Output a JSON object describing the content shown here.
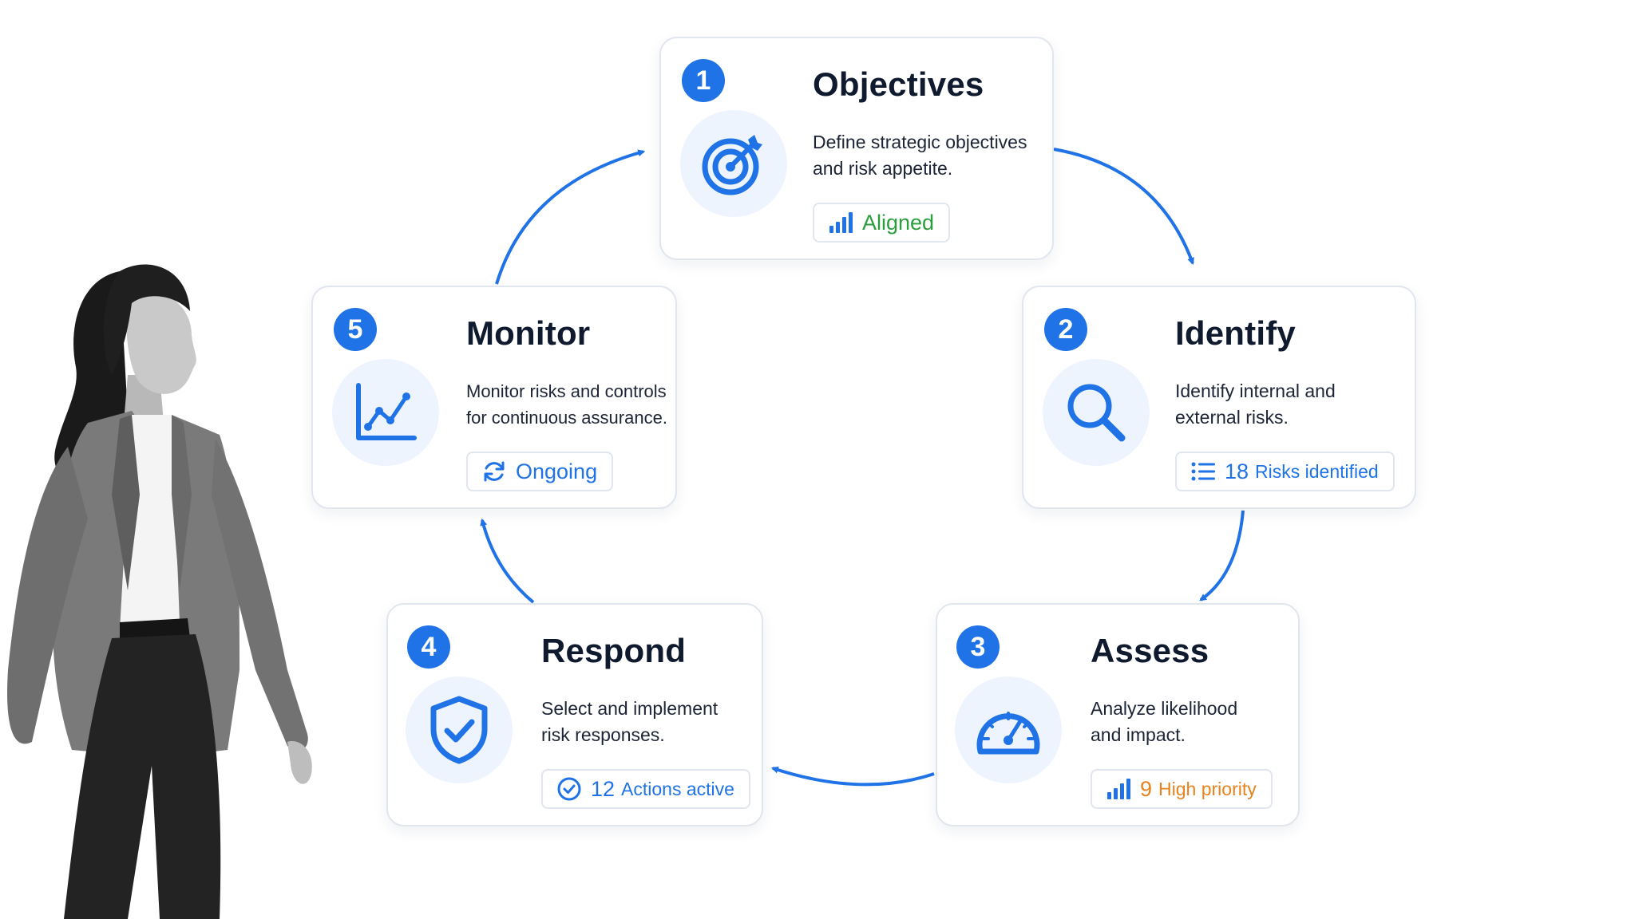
{
  "steps": [
    {
      "number": "1",
      "title": "Objectives",
      "desc_lines": [
        "Define strategic objectives",
        "and risk appetite."
      ],
      "badge_count": "",
      "badge_text": "Aligned",
      "icon": "target-icon",
      "badge_icon": "bar-chart-icon",
      "badge_color": "#2a9d3c"
    },
    {
      "number": "2",
      "title": "Identify",
      "desc_lines": [
        "Identify internal and",
        "external risks."
      ],
      "badge_count": "18",
      "badge_text": "Risks identified",
      "icon": "magnifier-icon",
      "badge_icon": "list-icon",
      "badge_color": "#1f73e6"
    },
    {
      "number": "3",
      "title": "Assess",
      "desc_lines": [
        "Analyze likelihood",
        "and impact."
      ],
      "badge_count": "9",
      "badge_text": "High priority",
      "icon": "gauge-icon",
      "badge_icon": "bar-chart-icon",
      "badge_color": "#e8821e"
    },
    {
      "number": "4",
      "title": "Respond",
      "desc_lines": [
        "Select and implement",
        "risk responses."
      ],
      "badge_count": "12",
      "badge_text": "Actions active",
      "icon": "shield-check-icon",
      "badge_icon": "check-circle-icon",
      "badge_color": "#1f73e6"
    },
    {
      "number": "5",
      "title": "Monitor",
      "desc_lines": [
        "Monitor risks and controls",
        "for continuous assurance."
      ],
      "badge_count": "",
      "badge_text": "Ongoing",
      "icon": "line-chart-icon",
      "badge_icon": "refresh-icon",
      "badge_color": "#1f73e6"
    }
  ],
  "colors": {
    "accent": "#1f73e6",
    "icon_bg": "#eef4fd",
    "card_border": "#e1e6ee",
    "warning": "#e8821e",
    "success": "#2a9d3c"
  }
}
